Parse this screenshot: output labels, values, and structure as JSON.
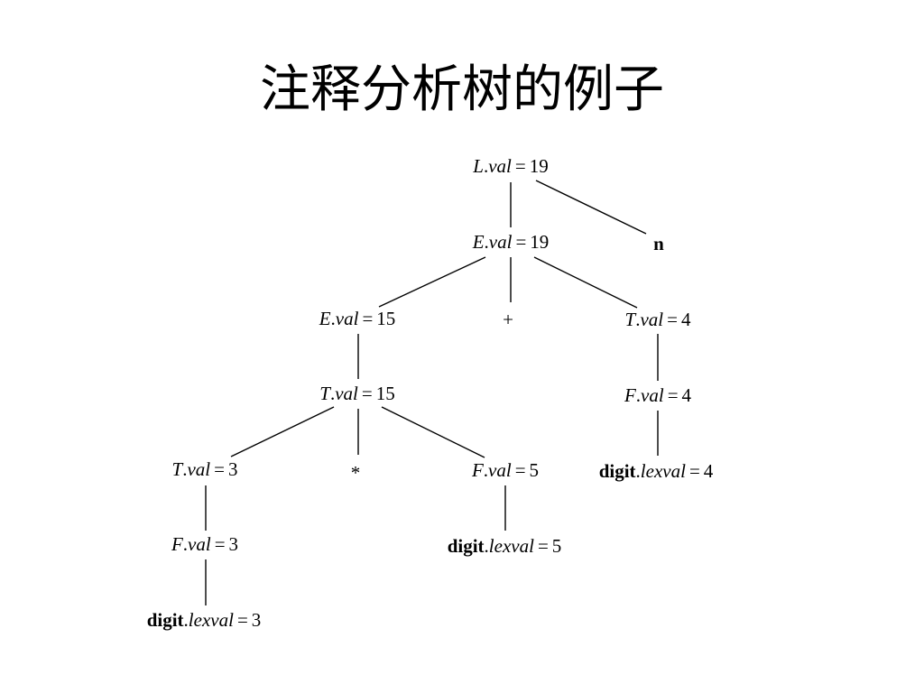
{
  "title": "注释分析树的例子",
  "tree": {
    "root": {
      "sym": "L",
      "attr": "val",
      "value": "19"
    },
    "n_root": {
      "sym": "E",
      "attr": "val",
      "value": "19"
    },
    "n_term": {
      "label": "n"
    },
    "e_left": {
      "sym": "E",
      "attr": "val",
      "value": "15"
    },
    "plus": {
      "label": "+"
    },
    "t_right": {
      "sym": "T",
      "attr": "val",
      "value": "4"
    },
    "t_mid": {
      "sym": "T",
      "attr": "val",
      "value": "15"
    },
    "f_right": {
      "sym": "F",
      "attr": "val",
      "value": "4"
    },
    "t_left": {
      "sym": "T",
      "attr": "val",
      "value": "3"
    },
    "star": {
      "label": "*"
    },
    "f_mid": {
      "sym": "F",
      "attr": "val",
      "value": "5"
    },
    "digit_right": {
      "sym": "digit",
      "attr": "lexval",
      "value": "4"
    },
    "f_left": {
      "sym": "F",
      "attr": "val",
      "value": "3"
    },
    "digit_mid": {
      "sym": "digit",
      "attr": "lexval",
      "value": "5"
    },
    "digit_left": {
      "sym": "digit",
      "attr": "lexval",
      "value": "3"
    }
  }
}
